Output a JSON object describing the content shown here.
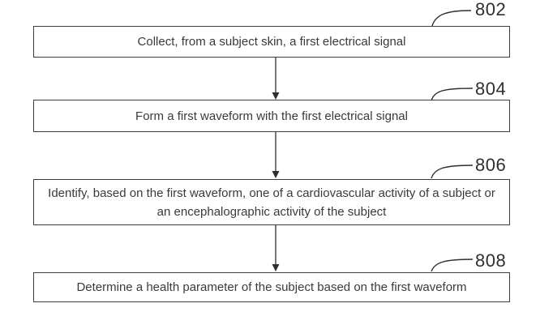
{
  "figure": {
    "background_color": "#ffffff",
    "line_color": "#2f2f2f",
    "box_border_color": "#3d3d3d",
    "text_color": "#3a3a3a",
    "steps": [
      {
        "ref": "802",
        "text": "Collect, from a subject skin, a first electrical signal"
      },
      {
        "ref": "804",
        "text": "Form a first waveform with the first electrical signal"
      },
      {
        "ref": "806",
        "text": "Identify, based on the first waveform, one of a cardiovascular activity of a subject or an encephalographic activity of the subject"
      },
      {
        "ref": "808",
        "text": "Determine a health parameter of the subject based on the first waveform"
      }
    ]
  }
}
